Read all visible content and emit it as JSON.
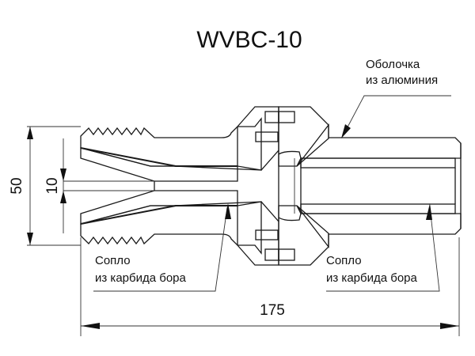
{
  "title": "WVBC-10",
  "labels": {
    "shell_line1": "Оболочка",
    "shell_line2": "из алюминия",
    "nozzle_left_line1": "Сопло",
    "nozzle_left_line2": "из карбида бора",
    "nozzle_right_line1": "Сопло",
    "nozzle_right_line2": "из карбида бора"
  },
  "dimensions": {
    "outer_diameter": "50",
    "bore_diameter": "10",
    "overall_length": "175"
  },
  "colors": {
    "line": "#1a1a1a",
    "background": "#ffffff"
  }
}
